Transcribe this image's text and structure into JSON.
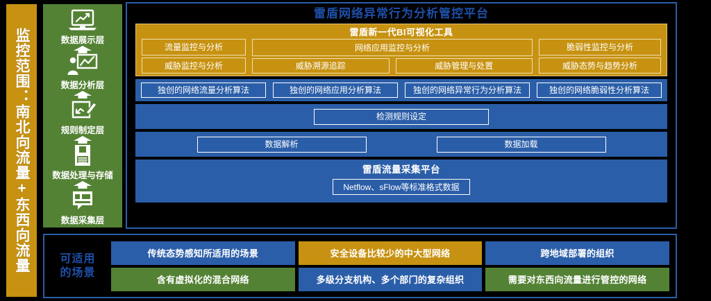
{
  "scope_bar": {
    "text": "监控范围：南北向流量+东西向流量",
    "color": "#C79211"
  },
  "layers_column": {
    "color": "#548235",
    "items": [
      {
        "icon": "laptop-chart-icon",
        "label": "数据展示层"
      },
      {
        "icon": "presenter-board-icon",
        "label": "数据分析层"
      },
      {
        "icon": "document-pen-icon",
        "label": "规则制定层"
      },
      {
        "icon": "floppy-disk-icon",
        "label": "数据处理与存储"
      },
      {
        "icon": "data-collector-icon",
        "label": "数据采集层"
      }
    ],
    "arrow_icon": "up-arrow-icon"
  },
  "platform": {
    "title": "雷盾网络异常行为分析管控平台",
    "title_color": "#1F4FA8",
    "border_color": "#2B5EA8",
    "bi": {
      "title": "雷盾新一代BI可视化工具",
      "color": "#C79211",
      "col1": [
        "流量监控与分析",
        "威胁监控与分析"
      ],
      "col2_top": "网络应用监控与分析",
      "col2_bottom": [
        "威胁溯源追踪",
        "威胁管理与处置"
      ],
      "col3": [
        "脆弱性监控与分析",
        "威胁态势与趋势分析"
      ]
    },
    "algorithms": [
      "独创的网络流量分析算法",
      "独创的网络应用分析算法",
      "独创的网络异常行为分析算法",
      "独创的网络脆弱性分析算法"
    ],
    "rule": "检测规则设定",
    "parse": [
      "数据解析",
      "数据加载"
    ],
    "collect": {
      "title": "雷盾流量采集平台",
      "formats": "Netflow、sFlow等标准格式数据"
    }
  },
  "scenarios": {
    "label_line1": "可适用",
    "label_line2": "的场景",
    "label_color": "#1F4FA8",
    "cells": [
      {
        "text": "传统态势感知所适用的场景",
        "color": "#2B5EA8",
        "style": "sc-blue"
      },
      {
        "text": "安全设备比较少的中大型网络",
        "color": "#C79211",
        "style": "sc-gold"
      },
      {
        "text": "跨地域部署的组织",
        "color": "#2B5EA8",
        "style": "sc-blue"
      },
      {
        "text": "含有虚拟化的混合网络",
        "color": "#548235",
        "style": "sc-green"
      },
      {
        "text": "多级分支机构、多个部门的复杂组织",
        "color": "#2B5EA8",
        "style": "sc-blue"
      },
      {
        "text": "需要对东西向流量进行管控的网络",
        "color": "#548235",
        "style": "sc-green"
      }
    ]
  }
}
